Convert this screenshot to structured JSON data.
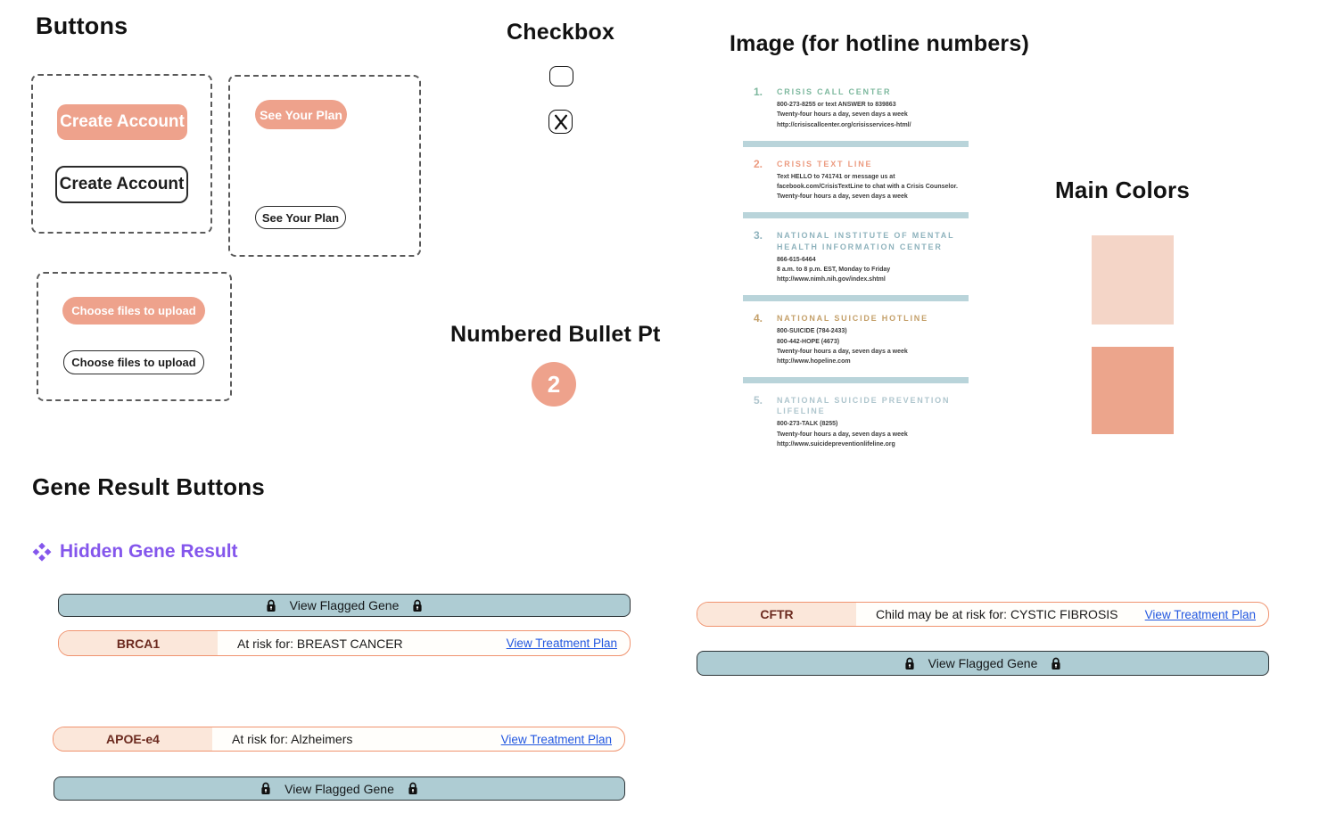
{
  "colors": {
    "salmon": "#eea28c",
    "peach_light": "#f4d5c7",
    "swatch_dark": "#eca58c",
    "blue_bar": "#aeccd3",
    "separator": "#b9d4da",
    "purple": "#8456ec",
    "link_blue": "#2257e0",
    "maroon": "#6b2a1f",
    "gene_label_bg": "#fbe7da",
    "row_border": "#f0936f"
  },
  "buttons": {
    "title": "Buttons",
    "create_account_fill": "Create Account",
    "create_account_outline": "Create Account",
    "see_plan_fill": "See Your Plan",
    "see_plan_outline": "See Your Plan",
    "upload_fill": "Choose files to upload",
    "upload_outline": "Choose files to upload"
  },
  "checkbox": {
    "title": "Checkbox"
  },
  "numbered_bullet": {
    "title": "Numbered Bullet Pt",
    "value": "2"
  },
  "hotline_image": {
    "title": "Image (for hotline numbers)",
    "items": [
      {
        "number": "1.",
        "heading": "CRISIS CALL CENTER",
        "color": "#7db89e",
        "lines": {
          "0": "800-273-8255 or text ANSWER to 839863",
          "1": "Twenty-four hours a day, seven days a week",
          "2": "http://crisiscallcenter.org/crisisservices-html/"
        }
      },
      {
        "number": "2.",
        "heading": "CRISIS TEXT LINE",
        "color": "#ec9b80",
        "lines": {
          "0": "Text HELLO to 741741 or message us at",
          "1": "facebook.com/CrisisTextLine to chat with a Crisis Counselor.",
          "2": "Twenty-four hours a day, seven days a week"
        }
      },
      {
        "number": "3.",
        "heading": "NATIONAL INSTITUTE OF MENTAL HEALTH INFORMATION CENTER",
        "color": "#8fb3bd",
        "lines": {
          "0": "866-615-6464",
          "1": "8 a.m. to 8 p.m. EST, Monday to Friday",
          "2": "http://www.nimh.nih.gov/index.shtml"
        }
      },
      {
        "number": "4.",
        "heading": "NATIONAL SUICIDE HOTLINE",
        "color": "#c4a06a",
        "lines": {
          "0": "800-SUICIDE (784-2433)",
          "1": "800-442-HOPE (4673)",
          "2": "Twenty-four hours a day, seven days a week",
          "3": "http://www.hopeline.com"
        }
      },
      {
        "number": "5.",
        "heading": "NATIONAL SUICIDE PREVENTION LIFELINE",
        "color": "#afc6ce",
        "lines": {
          "0": "800-273-TALK (8255)",
          "1": "Twenty-four hours a day, seven days a week",
          "2": "http://www.suicidepreventionlifeline.org"
        }
      }
    ]
  },
  "main_colors": {
    "title": "Main Colors",
    "swatch_light": "#f4d5c7",
    "swatch_dark": "#eca58c"
  },
  "gene_results": {
    "title": "Gene Result Buttons",
    "hidden_label": "Hidden Gene Result",
    "flagged_label": "View Flagged Gene",
    "rows": [
      {
        "gene": "BRCA1",
        "risk": "At risk for: BREAST CANCER",
        "link": "View Treatment Plan"
      },
      {
        "gene": "APOE-e4",
        "risk": "At risk for: Alzheimers",
        "link": "View Treatment Plan"
      },
      {
        "gene": "CFTR",
        "risk": "Child may be at risk for: CYSTIC FIBROSIS",
        "link": "View Treatment Plan"
      }
    ]
  }
}
